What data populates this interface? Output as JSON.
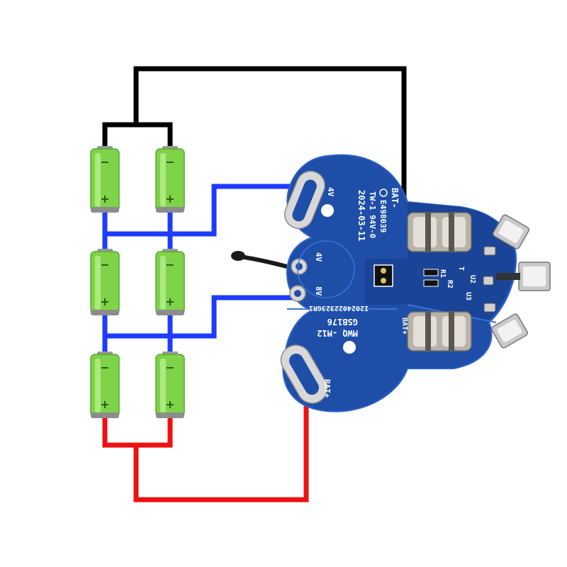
{
  "colors": {
    "negative_wire": "#000000",
    "balance_wire": "#1e3cff",
    "positive_wire": "#ee1111",
    "cell_body": "#7ed348",
    "cell_cap": "#9a9a9a",
    "pcb": "#1f4ea8",
    "pcb_edge": "#2a62c8",
    "pad": "#d8d8d8",
    "nickel_tab": "#c9c9c9",
    "thermistor": "#1a1a1a"
  },
  "cells": {
    "negative_sign": "−",
    "positive_sign": "+",
    "rows": 3,
    "columns": 2
  },
  "pcb": {
    "bat_minus": "BAT-",
    "bat_plus_left": "BAT+",
    "bat_plus_bottom": "BAT+",
    "cert": "E498039",
    "rating": "TW-1 94V-0",
    "date": "2024-03-11",
    "pad_4v_top": "4V",
    "pad_4v_mid": "4V",
    "pad_8v": "8V",
    "serial": "I2024022323GR1",
    "model": "GSB176",
    "brand": "MWQ -M12",
    "r1": "R1",
    "r2": "R2",
    "u2": "U2",
    "u3": "U3",
    "t_mark": "T"
  },
  "icons": {
    "ul": "ul-mark-icon"
  }
}
